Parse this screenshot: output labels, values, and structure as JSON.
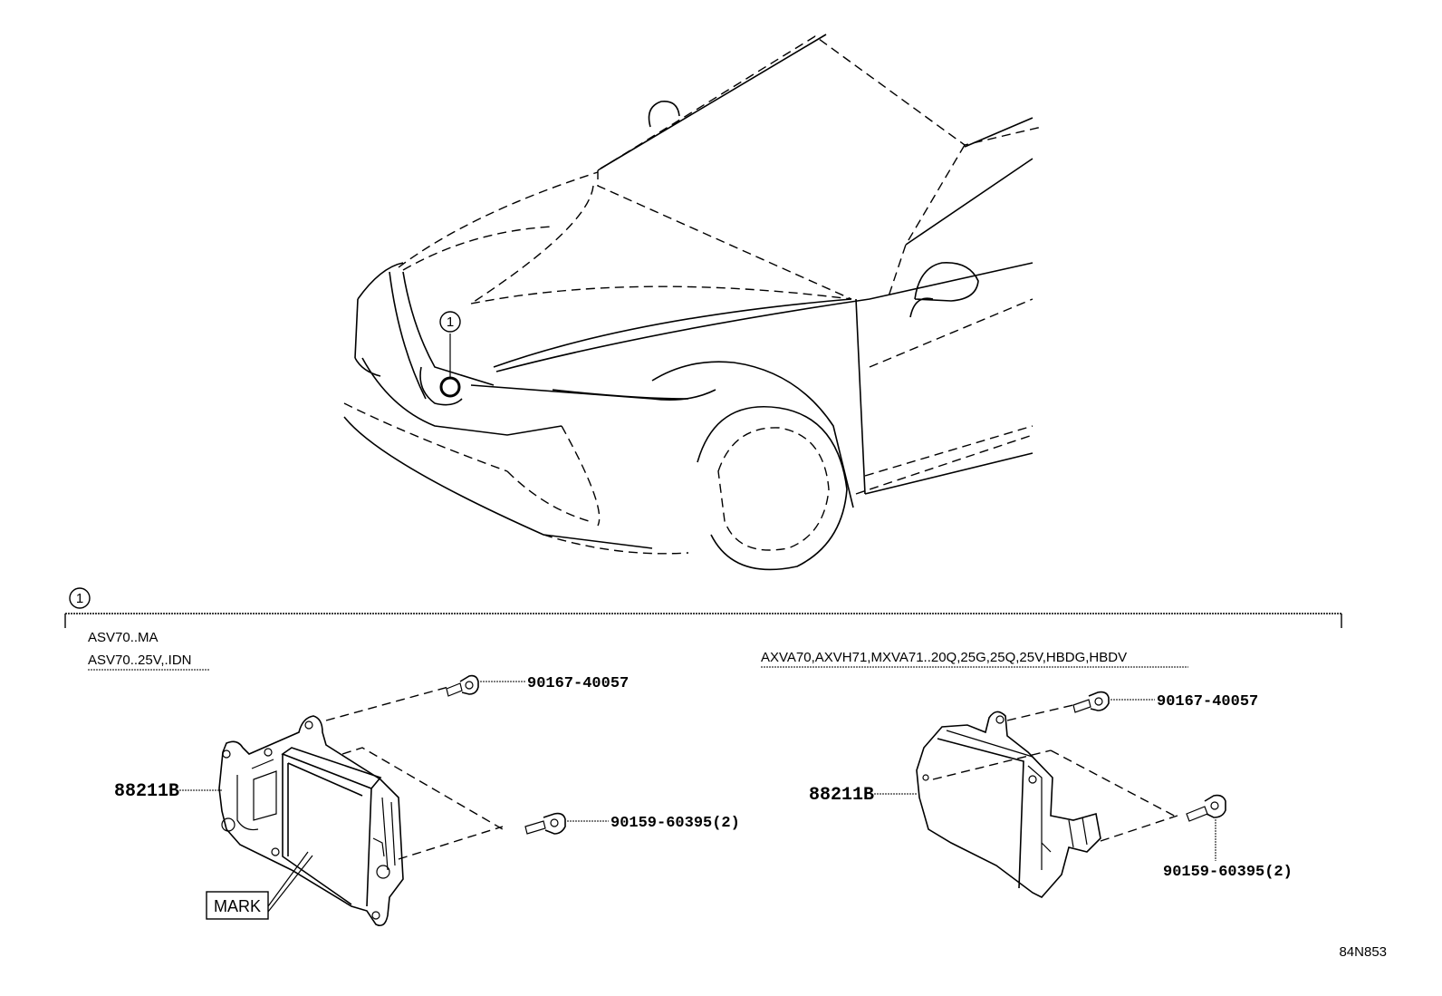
{
  "diagram": {
    "callout_number": "1",
    "section_marker": "1",
    "left_group": {
      "model_line1": "ASV70..MA",
      "model_line2": "ASV70..25V,.IDN",
      "part_main": "88211B",
      "part_bolt_top": "90167-40057",
      "part_bolt_lower": "90159-60395(2)",
      "mark_label": "MARK"
    },
    "right_group": {
      "model_line": "AXVA70,AXVH71,MXVA71..20Q,25G,25Q,25V,HBDG,HBDV",
      "part_main": "88211B",
      "part_bolt_top": "90167-40057",
      "part_bolt_lower": "90159-60395(2)"
    },
    "figure_code": "84N853"
  }
}
